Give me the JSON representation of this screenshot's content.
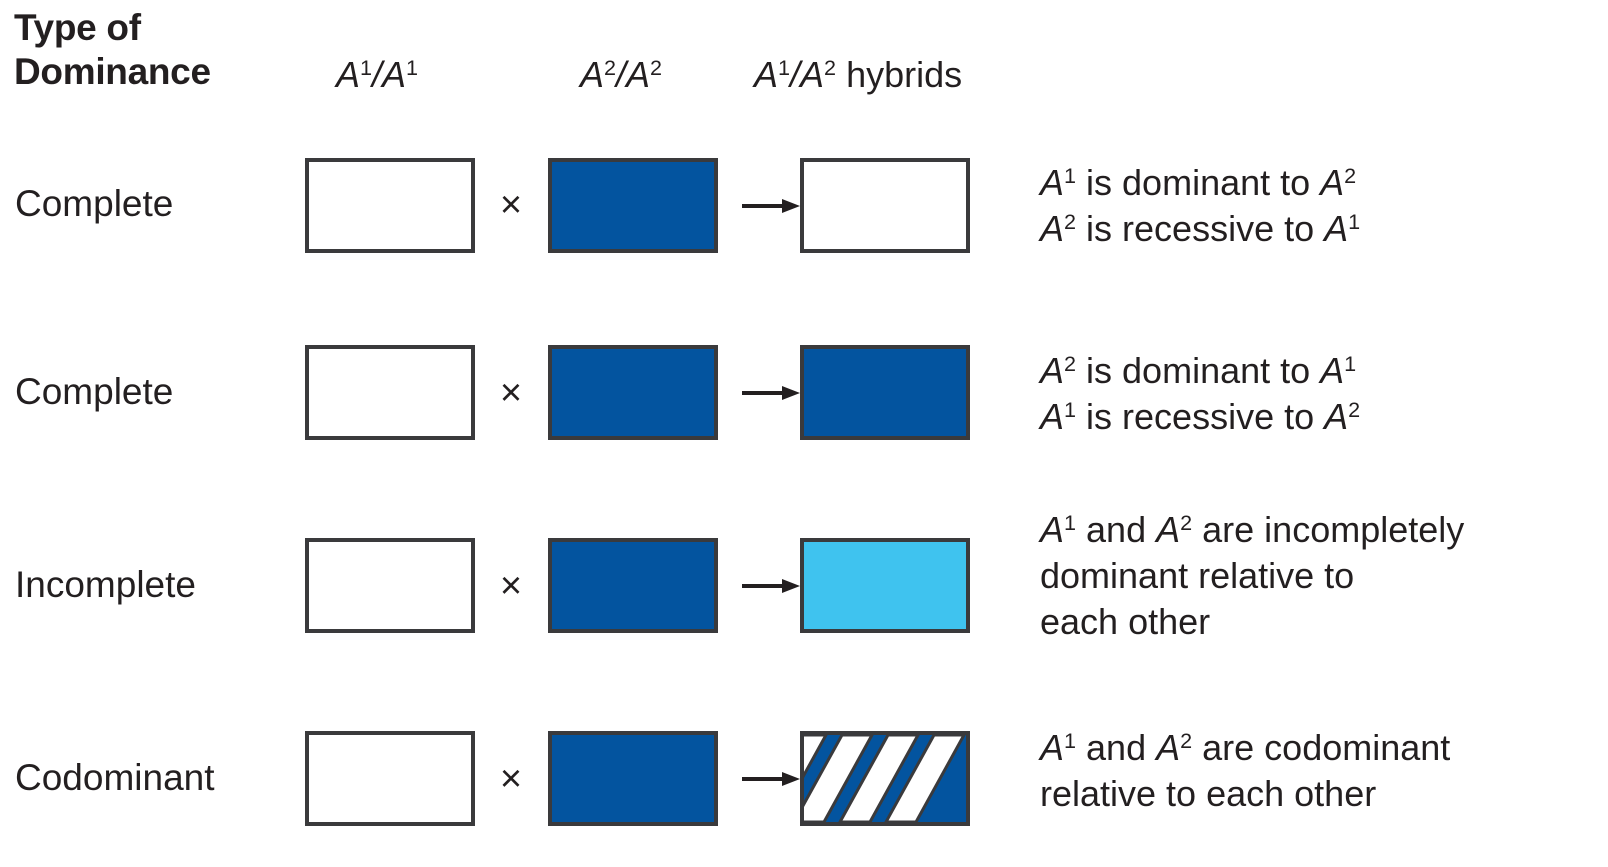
{
  "header": {
    "title_line1": "Type of",
    "title_line2": "Dominance",
    "col1": "A1/A1",
    "col2": "A2/A2",
    "col3": "A1/A2 hybrids"
  },
  "symbols": {
    "cross": "×",
    "arrow": "arrow-right"
  },
  "colors": {
    "dark_blue": "#03549f",
    "light_blue": "#3fc3ef",
    "white": "#ffffff",
    "outline": "#3a3a3c",
    "text": "#231f20"
  },
  "rows": [
    {
      "label": "Complete",
      "parent1_fill": "white",
      "parent2_fill": "dark-blue",
      "hybrid_fill": "white",
      "desc_line1": "A1 is dominant to A2",
      "desc_line2": "A2 is recessive to A1",
      "desc_line3": ""
    },
    {
      "label": "Complete",
      "parent1_fill": "white",
      "parent2_fill": "dark-blue",
      "hybrid_fill": "dark-blue",
      "desc_line1": "A2 is dominant to A1",
      "desc_line2": "A1 is recessive to A2",
      "desc_line3": ""
    },
    {
      "label": "Incomplete",
      "parent1_fill": "white",
      "parent2_fill": "dark-blue",
      "hybrid_fill": "light-blue",
      "desc_line1": "A1 and A2 are incompletely",
      "desc_line2": "dominant relative to",
      "desc_line3": "each other"
    },
    {
      "label": "Codominant",
      "parent1_fill": "white",
      "parent2_fill": "dark-blue",
      "hybrid_fill": "striped-blue-white",
      "desc_line1": "A1 and A2 are codominant",
      "desc_line2": "relative to each other",
      "desc_line3": ""
    }
  ]
}
